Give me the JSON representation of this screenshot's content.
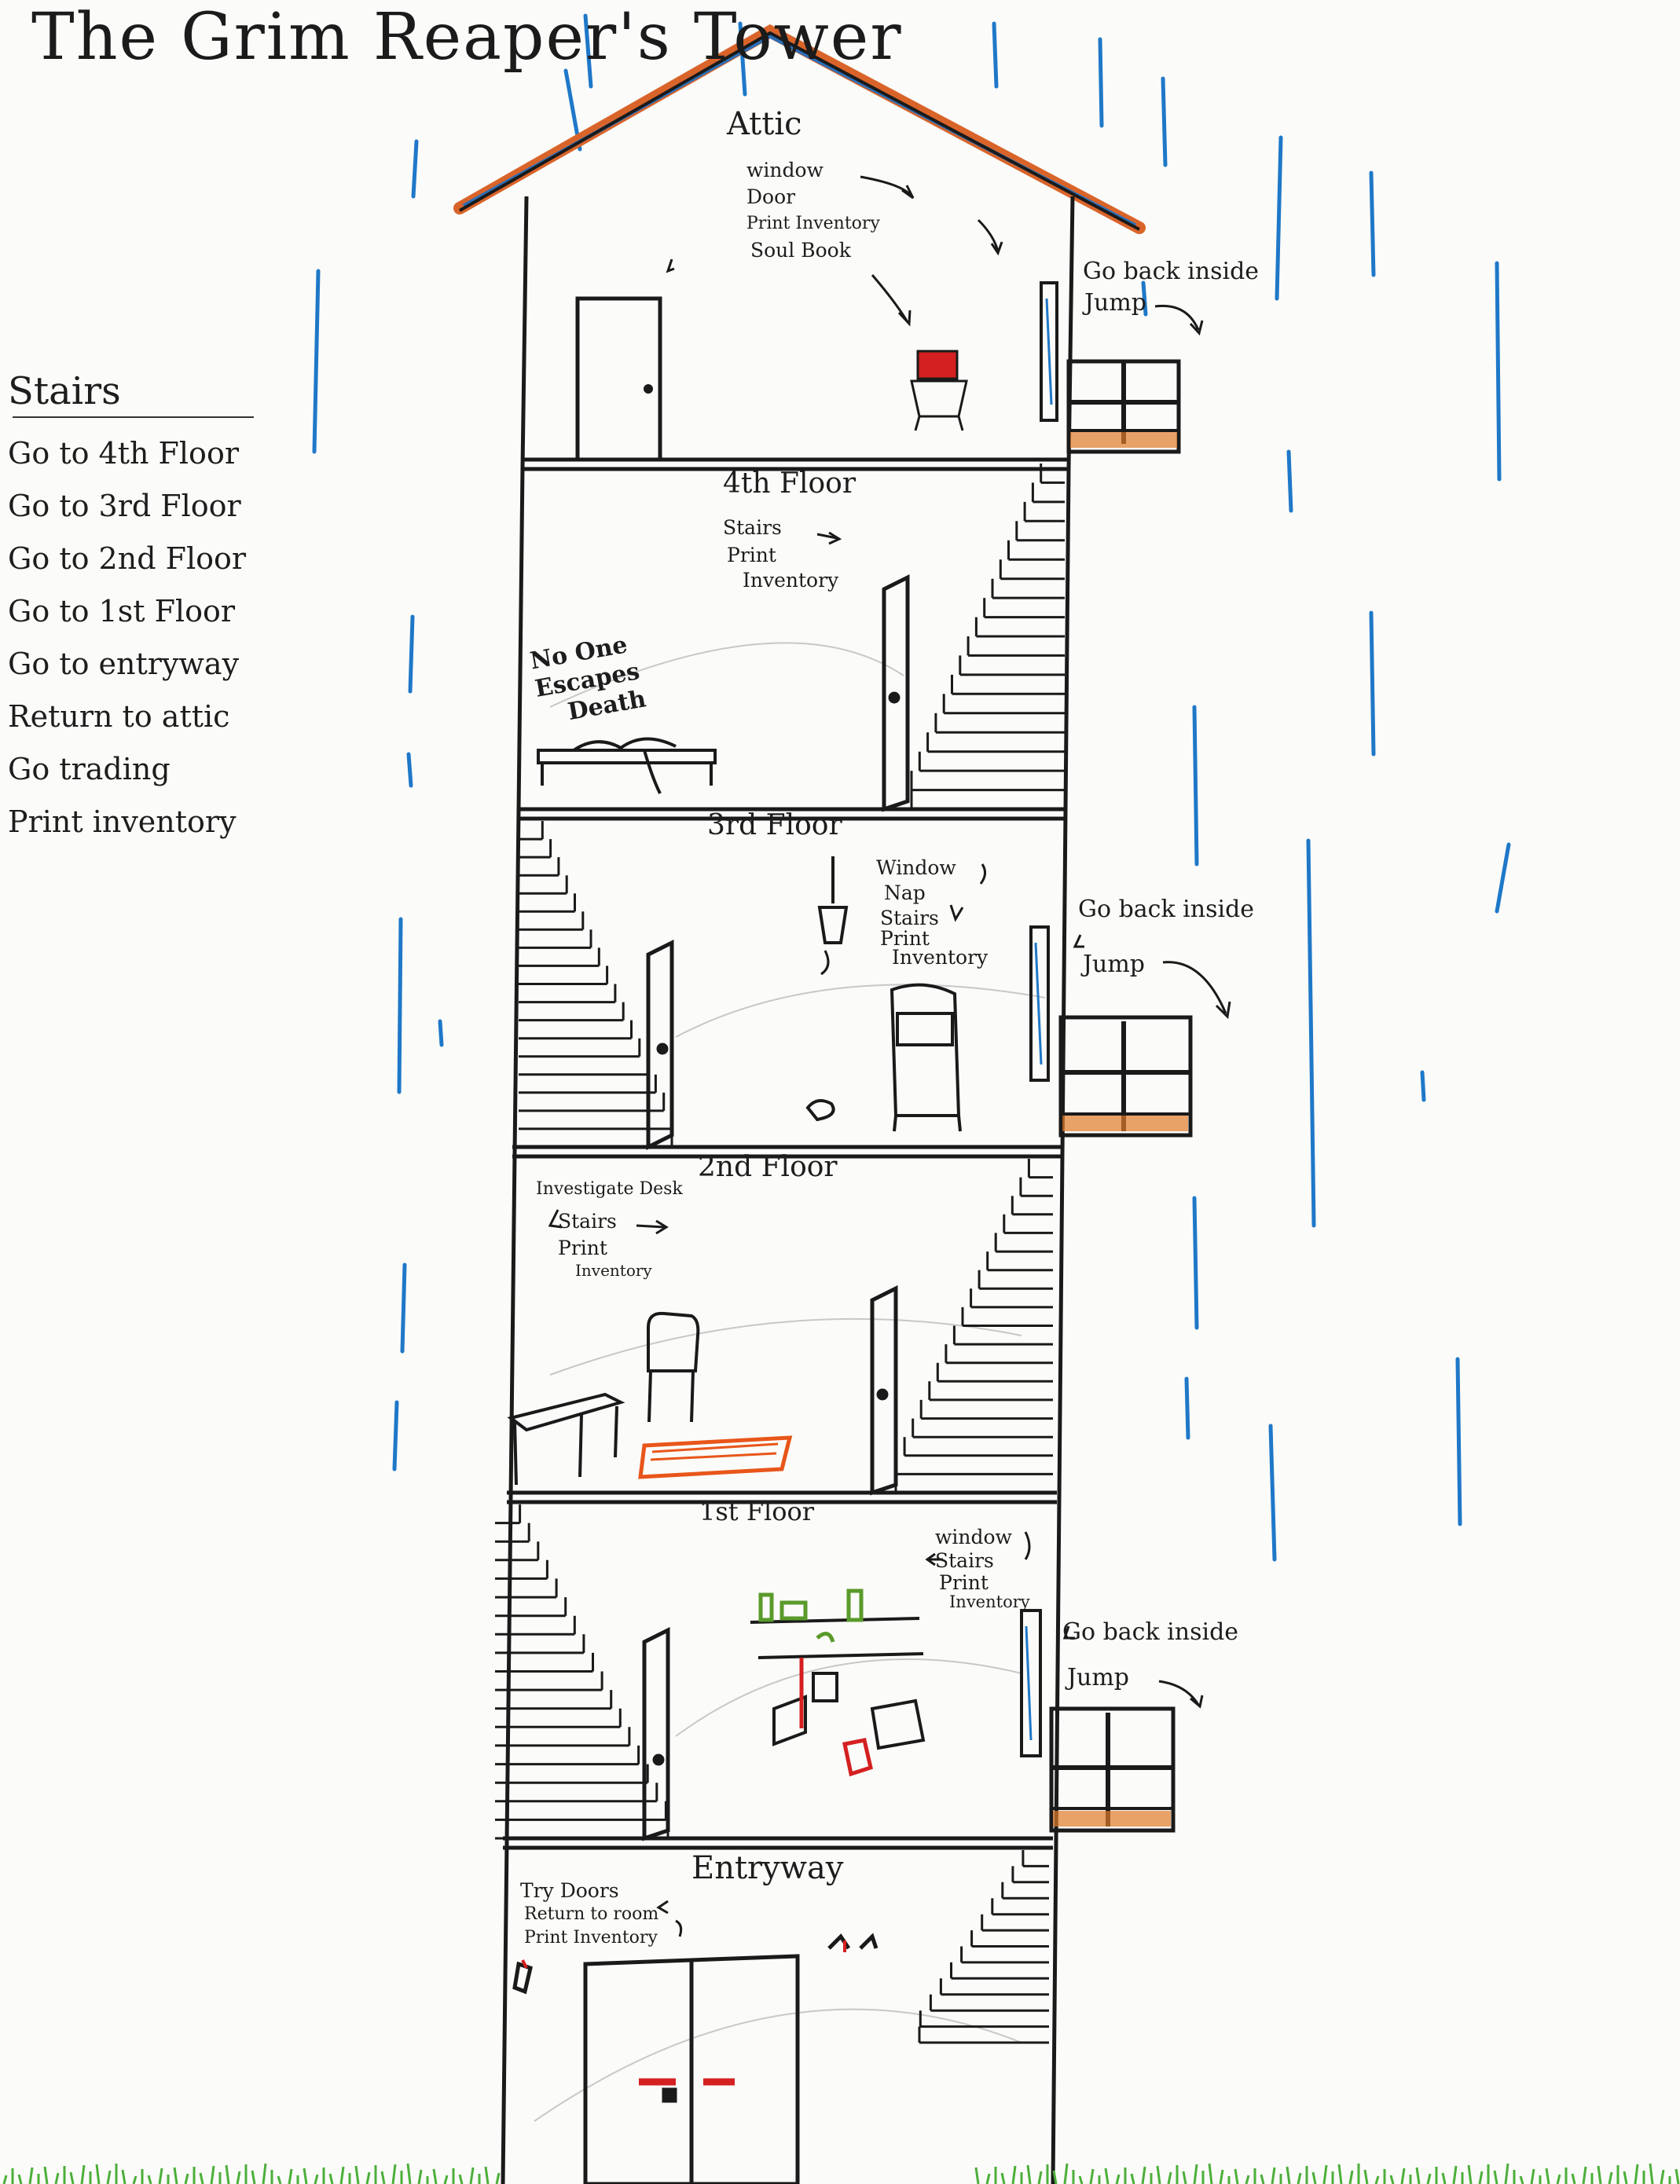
{
  "title": "The Grim Reaper's Tower",
  "stairs_menu": {
    "heading": "Stairs",
    "items": [
      "Go to 4th Floor",
      "Go to 3rd Floor",
      "Go to 2nd Floor",
      "Go to 1st Floor",
      "Go to entryway",
      "Return to attic",
      "Go trading",
      "Print inventory"
    ]
  },
  "rooms": {
    "attic": {
      "name": "Attic",
      "options": [
        "window",
        "Door",
        "Print Inventory",
        "Soul Book"
      ],
      "outside": [
        "Go back inside",
        "Jump"
      ]
    },
    "floor4": {
      "name": "4th Floor",
      "options": [
        "Stairs",
        "Print",
        "Inventory"
      ],
      "sign": [
        "No One",
        "Escapes",
        "Death"
      ]
    },
    "floor3": {
      "name": "3rd Floor",
      "options": [
        "Window",
        "Nap",
        "Stairs",
        "Print",
        "Inventory"
      ],
      "outside": [
        "Go back inside",
        "Jump"
      ]
    },
    "floor2": {
      "name": "2nd Floor",
      "options": [
        "Investigate Desk",
        "Stairs",
        "Print",
        "Inventory"
      ]
    },
    "floor1": {
      "name": "1st Floor",
      "options": [
        "window",
        "Stairs",
        "Print",
        "Inventory"
      ],
      "outside": [
        "Go back inside",
        "Jump"
      ]
    },
    "entryway": {
      "name": "Entryway",
      "options": [
        "Try Doors",
        "Return to room",
        "Print Inventory"
      ]
    }
  },
  "colors": {
    "ink": "#1a1a1a",
    "rain": "#1f78c8",
    "roof_orange": "#d9642a",
    "roof_blue": "#2a6fb8",
    "grass": "#4caf3a",
    "red": "#d42020",
    "green": "#5a9a2a",
    "rug": "#e8561a",
    "books": "#e07a2a"
  }
}
